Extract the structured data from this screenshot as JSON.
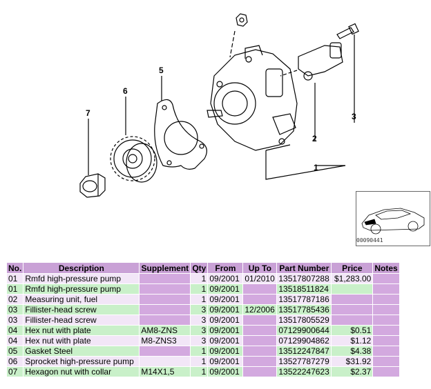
{
  "callouts": [
    "7",
    "6",
    "5",
    "2",
    "3",
    "1"
  ],
  "thumbnail": {
    "code": "00090441"
  },
  "table": {
    "headers": [
      "No.",
      "Description",
      "Supplement",
      "Qty",
      "From",
      "Up To",
      "Part Number",
      "Price",
      "Notes"
    ],
    "rows": [
      {
        "no": "01",
        "desc": "Rmfd high-pressure pump",
        "supp": "",
        "qty": "1",
        "from": "09/2001",
        "to": "01/2010",
        "part": "13517807288",
        "price": "$1,283.00",
        "notes": ""
      },
      {
        "no": "01",
        "desc": "Rmfd high-pressure pump",
        "supp": "",
        "qty": "1",
        "from": "09/2001",
        "to": "",
        "part": "13518511824",
        "price": "",
        "notes": ""
      },
      {
        "no": "02",
        "desc": "Measuring unit, fuel",
        "supp": "",
        "qty": "1",
        "from": "09/2001",
        "to": "",
        "part": "13517787186",
        "price": "",
        "notes": ""
      },
      {
        "no": "03",
        "desc": "Fillister-head screw",
        "supp": "",
        "qty": "3",
        "from": "09/2001",
        "to": "12/2006",
        "part": "13517785436",
        "price": "",
        "notes": ""
      },
      {
        "no": "03",
        "desc": "Fillister-head screw",
        "supp": "",
        "qty": "3",
        "from": "09/2001",
        "to": "",
        "part": "13517805529",
        "price": "",
        "notes": ""
      },
      {
        "no": "04",
        "desc": "Hex nut with plate",
        "supp": "AM8-ZNS",
        "qty": "3",
        "from": "09/2001",
        "to": "",
        "part": "07129900644",
        "price": "$0.51",
        "notes": ""
      },
      {
        "no": "04",
        "desc": "Hex nut with plate",
        "supp": "M8-ZNS3",
        "qty": "3",
        "from": "09/2001",
        "to": "",
        "part": "07129904862",
        "price": "$1.12",
        "notes": ""
      },
      {
        "no": "05",
        "desc": "Gasket Steel",
        "supp": "",
        "qty": "1",
        "from": "09/2001",
        "to": "",
        "part": "13512247847",
        "price": "$4.38",
        "notes": ""
      },
      {
        "no": "06",
        "desc": "Sprocket high-pressure pump",
        "supp": "",
        "qty": "1",
        "from": "09/2001",
        "to": "",
        "part": "13527787279",
        "price": "$31.92",
        "notes": ""
      },
      {
        "no": "07",
        "desc": "Hexagon nut with collar",
        "supp": "M14X1,5",
        "qty": "1",
        "from": "09/2001",
        "to": "",
        "part": "13522247623",
        "price": "$2.37",
        "notes": ""
      }
    ]
  }
}
